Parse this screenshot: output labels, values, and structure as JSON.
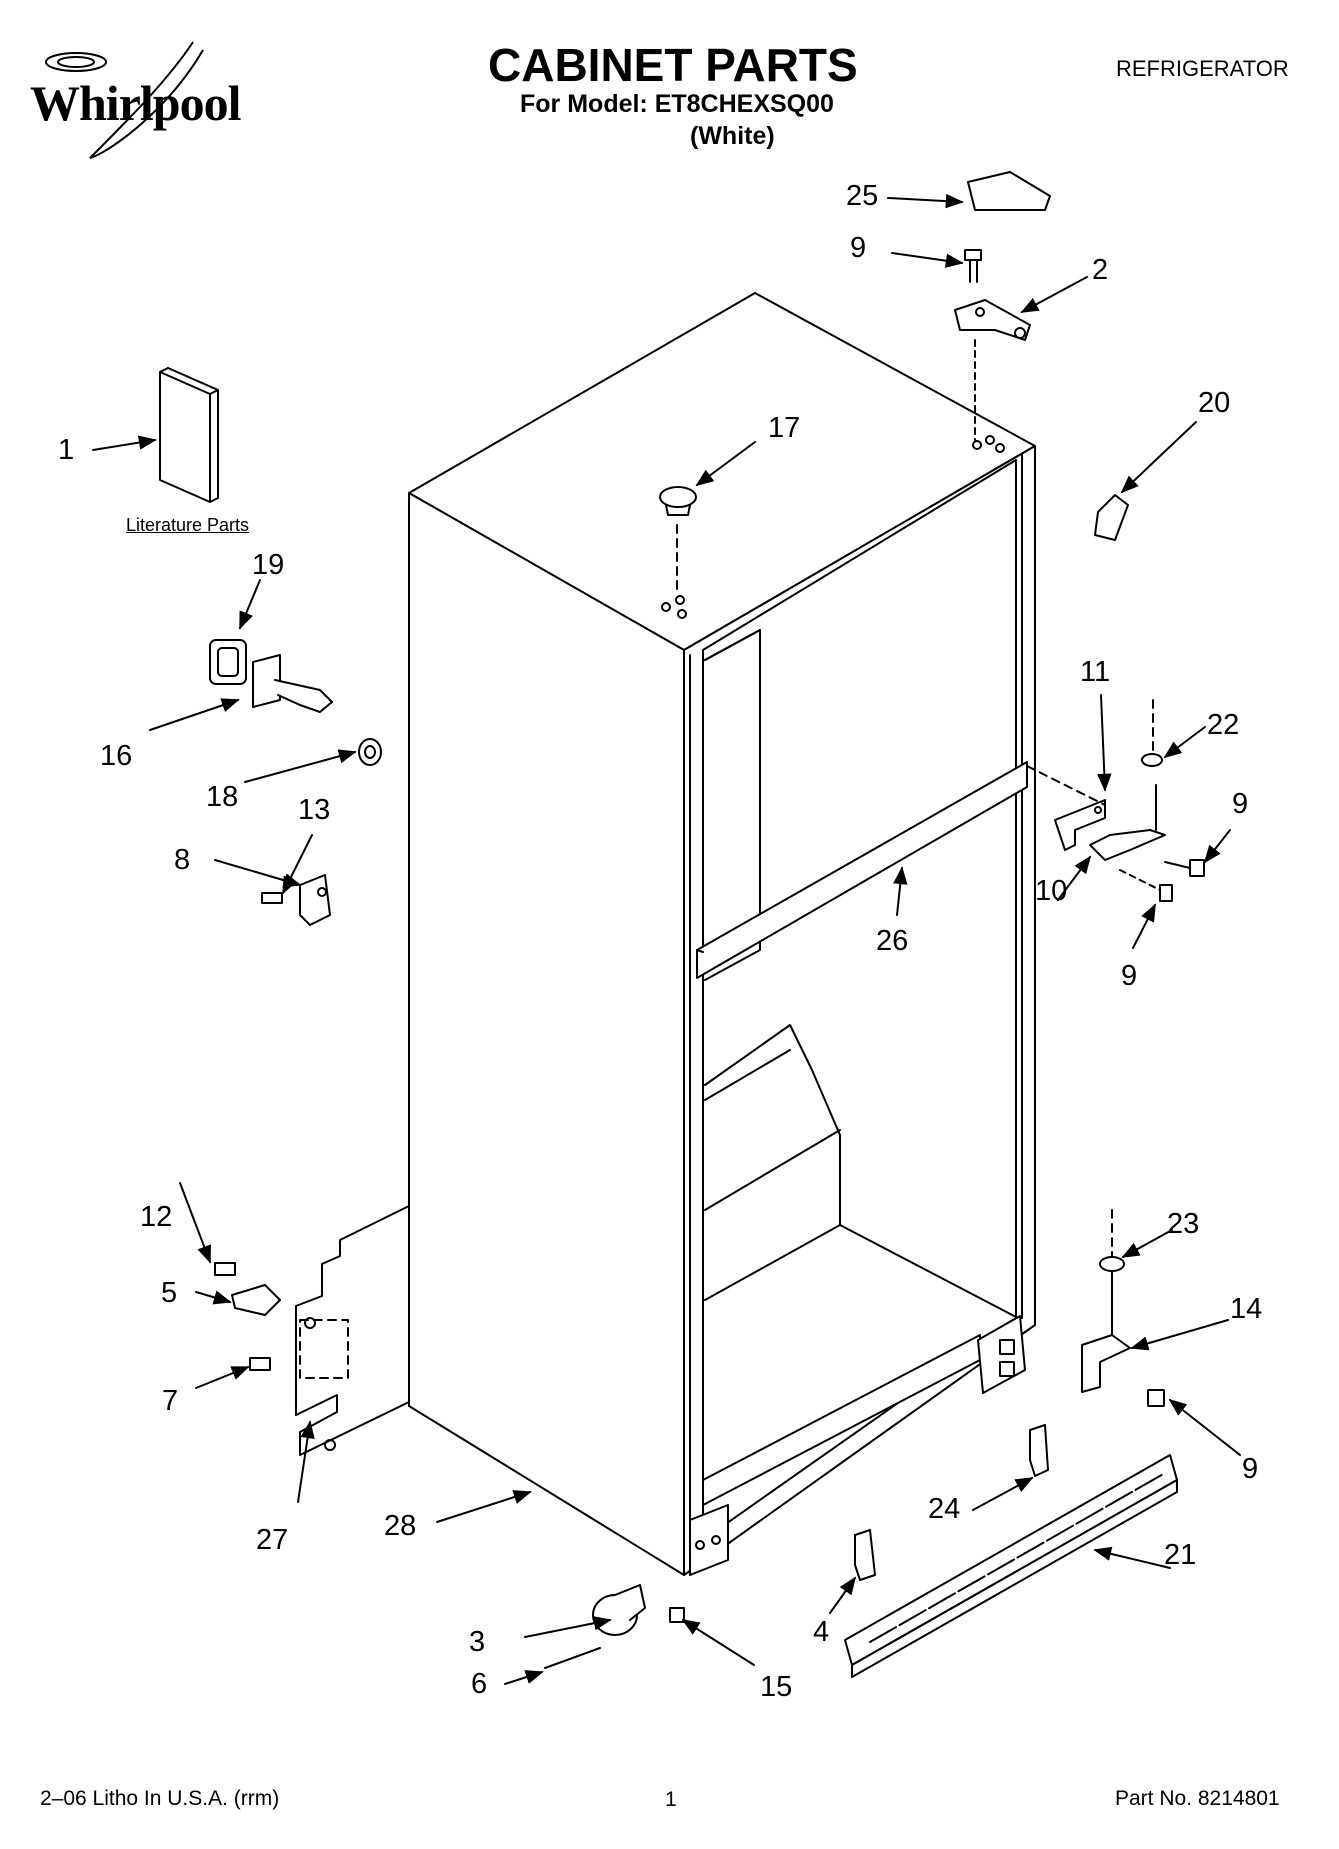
{
  "header": {
    "brand": "Whirlpool",
    "title": "CABINET PARTS",
    "model_line": "For Model: ET8CHEXSQ00",
    "color_line": "(White)",
    "category": "REFRIGERATOR"
  },
  "literature_label": "Literature Parts",
  "callouts": [
    {
      "id": "c1",
      "label": "1"
    },
    {
      "id": "c2",
      "label": "2"
    },
    {
      "id": "c3",
      "label": "3"
    },
    {
      "id": "c4",
      "label": "4"
    },
    {
      "id": "c5",
      "label": "5"
    },
    {
      "id": "c6",
      "label": "6"
    },
    {
      "id": "c7",
      "label": "7"
    },
    {
      "id": "c8",
      "label": "8"
    },
    {
      "id": "c9a",
      "label": "9"
    },
    {
      "id": "c9b",
      "label": "9"
    },
    {
      "id": "c9c",
      "label": "9"
    },
    {
      "id": "c9d",
      "label": "9"
    },
    {
      "id": "c10",
      "label": "10"
    },
    {
      "id": "c11",
      "label": "11"
    },
    {
      "id": "c12",
      "label": "12"
    },
    {
      "id": "c13",
      "label": "13"
    },
    {
      "id": "c14",
      "label": "14"
    },
    {
      "id": "c15",
      "label": "15"
    },
    {
      "id": "c16",
      "label": "16"
    },
    {
      "id": "c17",
      "label": "17"
    },
    {
      "id": "c18",
      "label": "18"
    },
    {
      "id": "c19",
      "label": "19"
    },
    {
      "id": "c20",
      "label": "20"
    },
    {
      "id": "c21",
      "label": "21"
    },
    {
      "id": "c22",
      "label": "22"
    },
    {
      "id": "c23",
      "label": "23"
    },
    {
      "id": "c24",
      "label": "24"
    },
    {
      "id": "c25",
      "label": "25"
    },
    {
      "id": "c26",
      "label": "26"
    },
    {
      "id": "c27",
      "label": "27"
    },
    {
      "id": "c28",
      "label": "28"
    }
  ],
  "footer": {
    "left": "2–06 Litho In U.S.A. (rrm)",
    "page": "1",
    "part_no": "Part No. 8214801"
  }
}
